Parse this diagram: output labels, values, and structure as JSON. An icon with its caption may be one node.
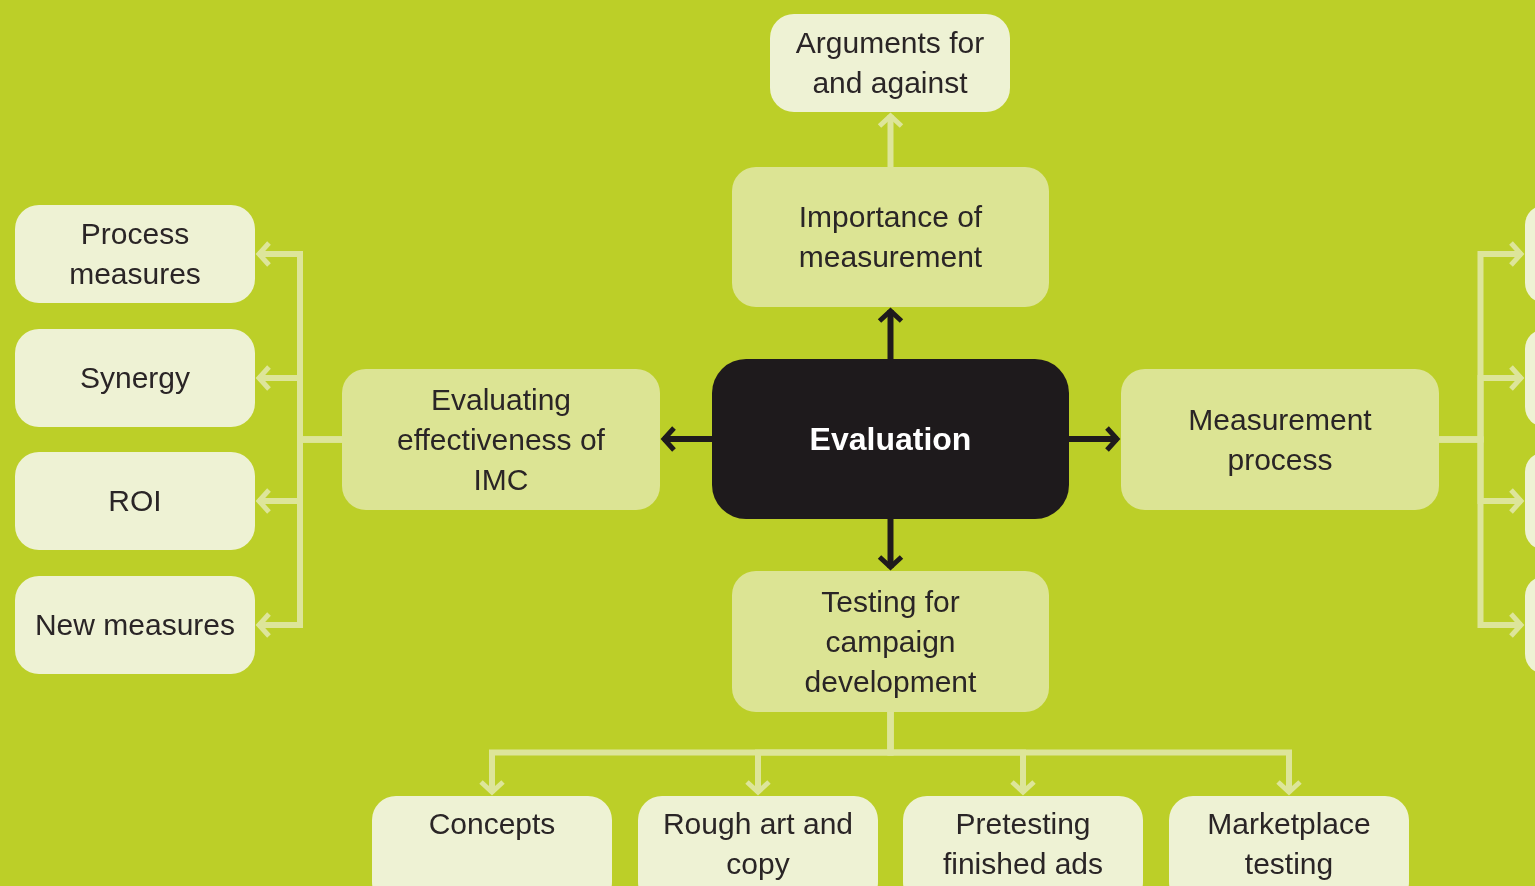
{
  "diagram": {
    "nodes": [
      {
        "text": [
          "Arguments for and against"
        ]
      },
      {
        "text": [
          "Importance of measurement"
        ]
      },
      {
        "text": [
          "Evaluation"
        ]
      },
      {
        "text": [
          "Evaluating effectiveness of IMC"
        ]
      },
      {
        "text": [
          "Measurement process"
        ]
      },
      {
        "text": [
          "Testing for campaign development"
        ]
      },
      {
        "text": [
          "Process measures"
        ]
      },
      {
        "text": [
          "Synergy"
        ]
      },
      {
        "text": [
          "ROI"
        ]
      },
      {
        "text": [
          "New measures"
        ]
      },
      {
        "text": [],
        "shape": "box"
      },
      {
        "text": [],
        "shape": "box"
      },
      {
        "text": [],
        "shape": "box"
      },
      {
        "text": [],
        "shape": "box"
      },
      {
        "text": [
          "Concepts"
        ]
      },
      {
        "text": [
          "Rough art and copy"
        ]
      },
      {
        "text": [
          "Pretesting finished ads"
        ]
      },
      {
        "text": [
          "Marketplace testing"
        ]
      }
    ],
    "edges": [
      {
        "from": 1,
        "to": 0,
        "arrow": "to"
      },
      {
        "from": 2,
        "to": 1,
        "arrow": "to",
        "color": "#1e1a1c"
      },
      {
        "from": 2,
        "to": 3,
        "arrow": "to",
        "color": "#1e1a1c"
      },
      {
        "from": 2,
        "to": 4,
        "arrow": "to",
        "color": "#1e1a1c"
      },
      {
        "from": 2,
        "to": 5,
        "arrow": "to",
        "color": "#1e1a1c"
      },
      {
        "from": 3,
        "to": 6,
        "arrow": "to"
      },
      {
        "from": 3,
        "to": 7,
        "arrow": "to"
      },
      {
        "from": 3,
        "to": 8,
        "arrow": "to"
      },
      {
        "from": 3,
        "to": 9,
        "arrow": "to"
      },
      {
        "from": 4,
        "to": 10,
        "arrow": "to"
      },
      {
        "from": 4,
        "to": 11,
        "arrow": "to"
      },
      {
        "from": 4,
        "to": 12,
        "arrow": "to"
      },
      {
        "from": 4,
        "to": 13,
        "arrow": "to"
      },
      {
        "from": 5,
        "to": 14,
        "arrow": "to"
      },
      {
        "from": 5,
        "to": 15,
        "arrow": "to"
      },
      {
        "from": 5,
        "to": 16,
        "arrow": "to"
      },
      {
        "from": 5,
        "to": 17,
        "arrow": "to"
      }
    ]
  }
}
